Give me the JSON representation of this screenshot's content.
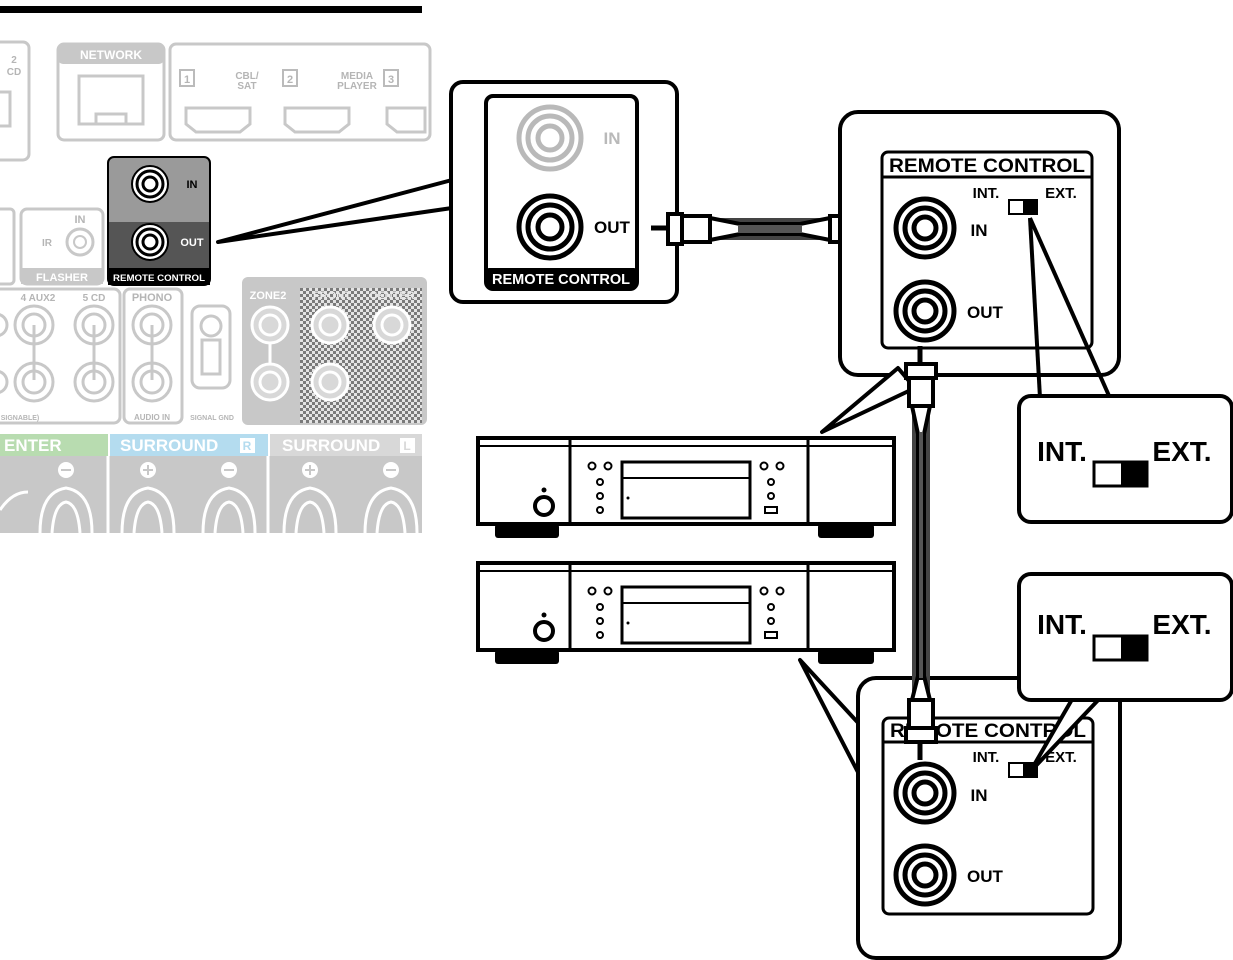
{
  "receiver_panel": {
    "labels": {
      "cd_number": "2",
      "cd": "CD",
      "network": "NETWORK",
      "hdmi_1": "1",
      "cbl_sat": "CBL/\nSAT",
      "hdmi_2": "2",
      "media_player": "MEDIA\nPLAYER",
      "hdmi_3": "3",
      "ir": "IR",
      "flasher_in": "IN",
      "flasher": "FLASHER",
      "remote_in": "IN",
      "remote_out": "OUT",
      "remote_control": "REMOTE CONTROL",
      "aux2": "4 AUX2",
      "cd5": "5 CD",
      "phono": "PHONO",
      "zone2": "ZONE2",
      "front": "FRONT",
      "center": "CENTER",
      "assignable": "SIGNABLE)",
      "audio_in": "AUDIO IN",
      "signal_gnd": "SIGNAL GND",
      "center_bar": "ENTER",
      "surround_r": "SURROUND",
      "surround_r_letter": "R",
      "surround_l": "SURROUND",
      "surround_l_letter": "L"
    }
  },
  "zoom_box": {
    "in_label": "IN",
    "out_label": "OUT",
    "title": "REMOTE CONTROL"
  },
  "device_top_panel": {
    "title": "REMOTE CONTROL",
    "int": "INT.",
    "ext": "EXT.",
    "in": "IN",
    "out": "OUT"
  },
  "device_bottom_panel": {
    "title": "REMOTE CONTROL",
    "int": "INT.",
    "ext": "EXT.",
    "in": "IN",
    "out": "OUT"
  },
  "callout_top": {
    "int": "INT.",
    "ext": "EXT.",
    "switch_position": "EXT."
  },
  "callout_bottom": {
    "int": "INT.",
    "ext": "EXT.",
    "switch_position": "EXT."
  },
  "colors": {
    "panel_grey": "#c8c8c8",
    "panel_dark": "#555555",
    "front_l_bar": "#b8dcb0",
    "surround_bar": "#b4dcef",
    "line": "#000000"
  }
}
